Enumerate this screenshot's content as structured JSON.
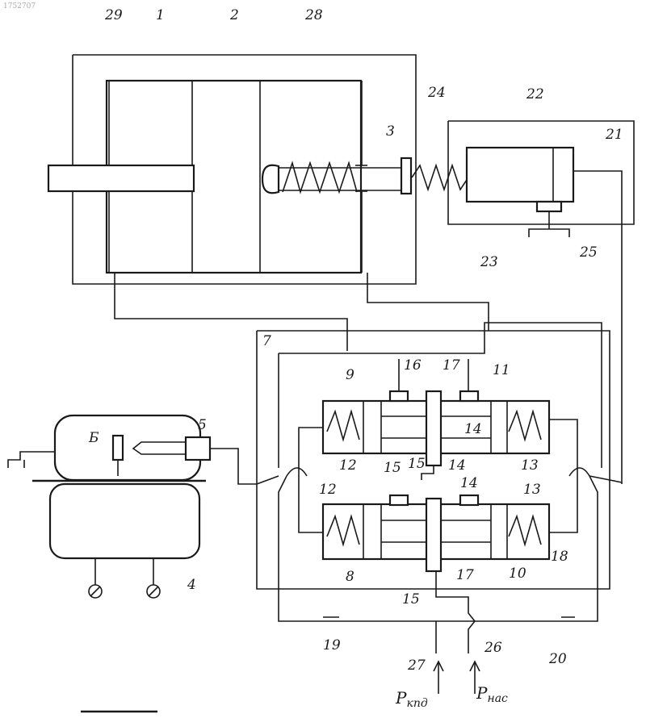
{
  "corner_mark": "1752707",
  "labels": {
    "l1": "1",
    "l2": "2",
    "l3": "3",
    "l4": "4",
    "l5": "5",
    "l6": "Б",
    "l7": "7",
    "l8": "8",
    "l9": "9",
    "l10": "10",
    "l11": "11",
    "l12a": "12",
    "l12b": "12",
    "l13a": "13",
    "l13b": "13",
    "l14a": "14",
    "l14b": "14",
    "l14c": "14",
    "l15a": "15",
    "l15b": "15",
    "l15c": "15",
    "l16a": "16",
    "l17a": "17",
    "l17b": "17",
    "l18": "18",
    "l19": "19",
    "l20": "20",
    "l21": "21",
    "l22": "22",
    "l23": "23",
    "l24": "24",
    "l25": "25",
    "l26": "26",
    "l27": "27",
    "l28": "28",
    "l29": "29"
  },
  "pressure": {
    "p_left": "Р",
    "p_left_sub": "кпд",
    "p_right": "Р",
    "p_right_sub": "нас"
  }
}
